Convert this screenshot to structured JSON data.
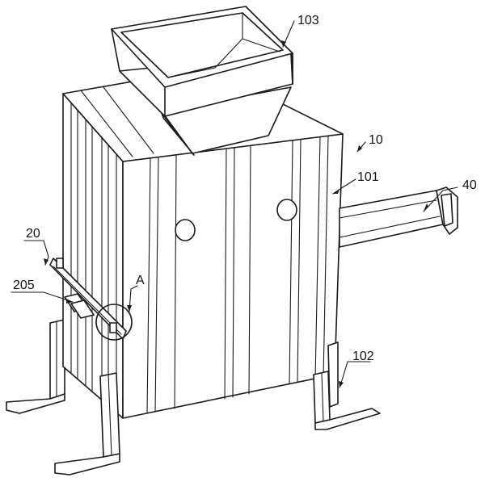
{
  "labels": {
    "ref_103": "103",
    "ref_10": "10",
    "ref_101": "101",
    "ref_40": "40",
    "ref_20": "20",
    "ref_205": "205",
    "ref_A": "A",
    "ref_102": "102"
  },
  "colors": {
    "line": "#1a1a1a",
    "background": "#ffffff"
  }
}
